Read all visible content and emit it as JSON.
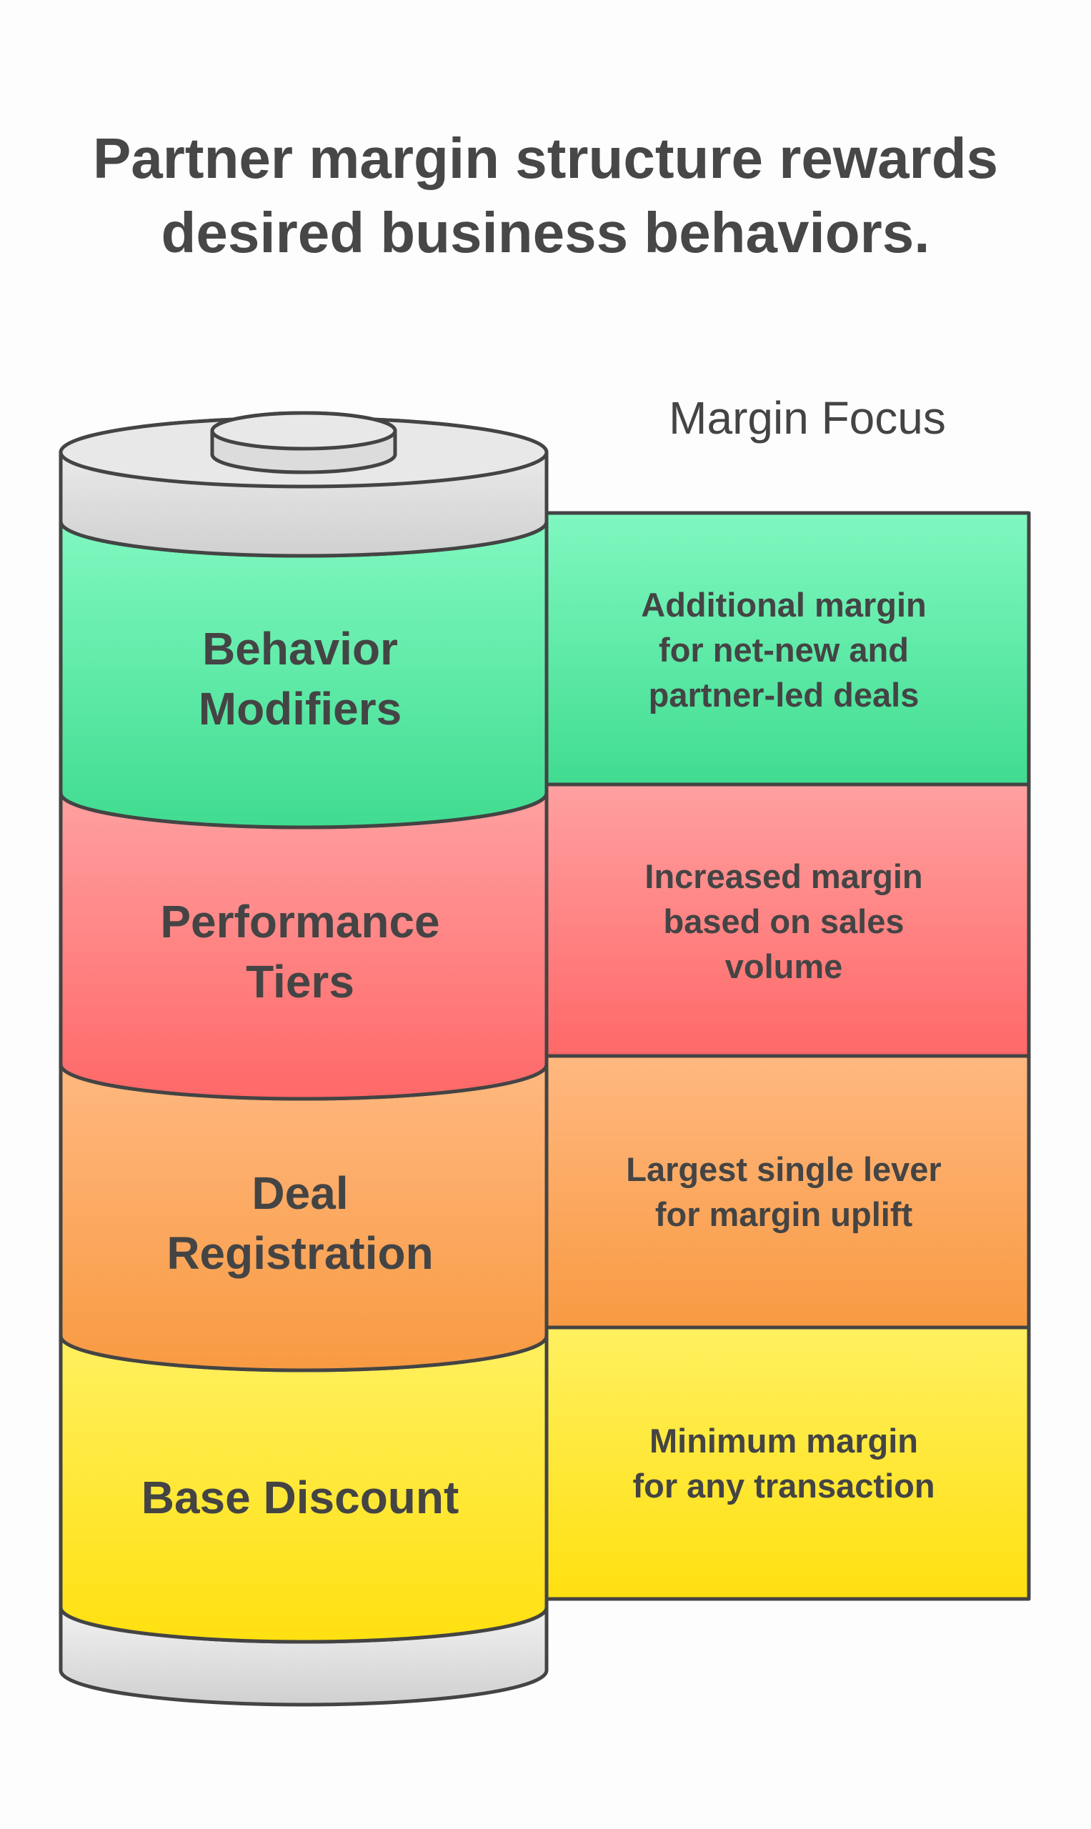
{
  "title_lines": [
    "Partner margin structure rewards",
    "desired business behaviors."
  ],
  "column_header": "Margin Focus",
  "layers": [
    {
      "name_lines": [
        "Behavior",
        "Modifiers"
      ],
      "focus_lines": [
        "Additional margin",
        "for net-new and",
        "partner-led deals"
      ],
      "color_light": "#80f8c0",
      "color_dark": "#40dc90"
    },
    {
      "name_lines": [
        "Performance",
        "Tiers"
      ],
      "focus_lines": [
        "Increased margin",
        "based on sales",
        "volume"
      ],
      "color_light": "#ffa0a0",
      "color_dark": "#ff6868"
    },
    {
      "name_lines": [
        "Deal",
        "Registration"
      ],
      "focus_lines": [
        "Largest single lever",
        "for margin uplift"
      ],
      "color_light": "#ffb880",
      "color_dark": "#f89a42"
    },
    {
      "name_lines": [
        "Base Discount"
      ],
      "focus_lines": [
        "Minimum margin",
        "for any transaction"
      ],
      "color_light": "#fff060",
      "color_dark": "#ffe010"
    }
  ],
  "colors": {
    "outline": "#444444",
    "cap_light": "#f2f2f2",
    "cap_dark": "#d0d0d0"
  }
}
